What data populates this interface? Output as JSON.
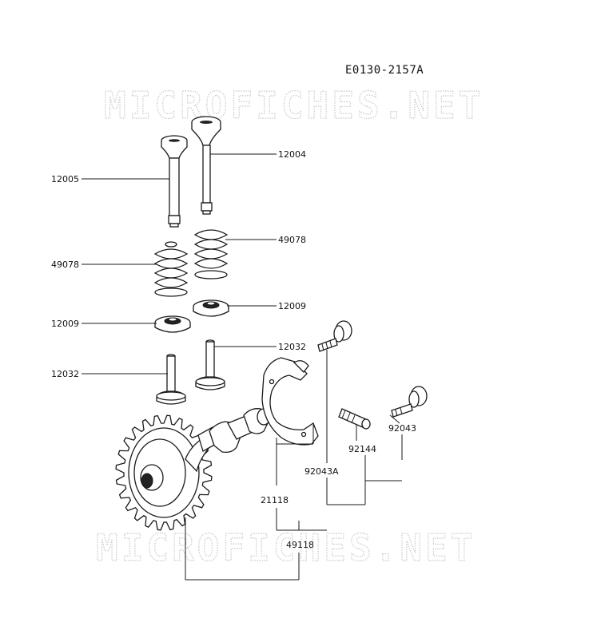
{
  "diagram_code": "E0130-2157A",
  "watermark": "MICROFICHES.NET",
  "parts": {
    "valve_intake": "12005",
    "valve_exhaust": "12004",
    "spring_left": "49078",
    "spring_right": "49078",
    "retainer_left": "12009",
    "retainer_right": "12009",
    "tappet_left": "12032",
    "tappet_right": "12032",
    "bolt_upper": "92043A",
    "pin": "92144",
    "bolt_right": "92043",
    "plate": "21118",
    "camshaft_assy": "49118"
  }
}
